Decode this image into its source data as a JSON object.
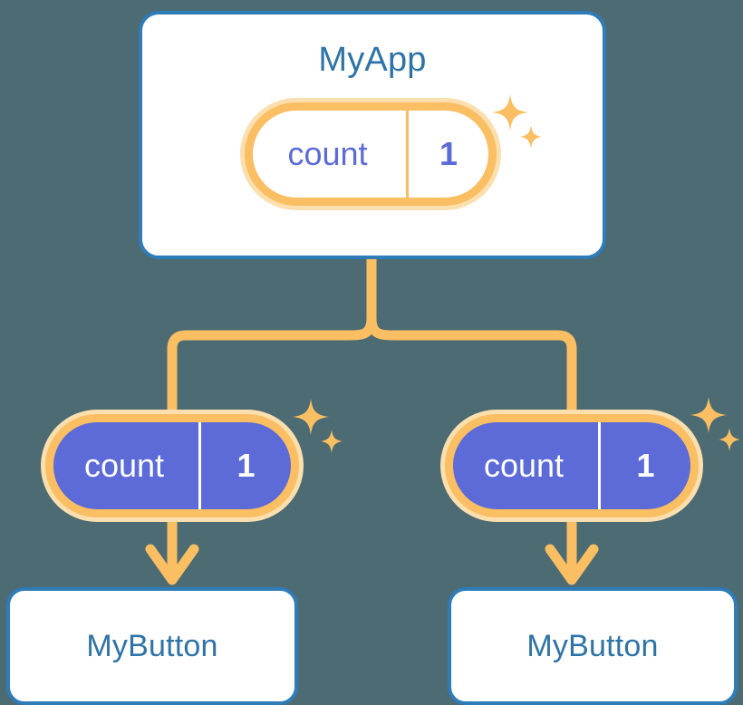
{
  "theme": {
    "background": "#4d6b73",
    "card_border": "#2e7cb8",
    "card_fill": "#ffffff",
    "title_text": "#2e73a8",
    "accent_orange": "#fabe63",
    "accent_orange_soft": "#fcdfae",
    "state_purple": "#5c6bd8",
    "state_text_light": "#ffffff"
  },
  "diagram": {
    "type": "component-state-propagation-tree",
    "root": {
      "name": "app-card",
      "title": "MyApp",
      "state": {
        "key": "count",
        "value": "1",
        "style": "outline"
      },
      "sparkle": "sparkle-icon"
    },
    "children": [
      {
        "name": "child-left",
        "state": {
          "key": "count",
          "value": "1",
          "style": "filled"
        },
        "sparkle": "sparkle-icon",
        "button": {
          "title": "MyButton"
        }
      },
      {
        "name": "child-right",
        "state": {
          "key": "count",
          "value": "1",
          "style": "filled"
        },
        "sparkle": "sparkle-icon",
        "button": {
          "title": "MyButton"
        }
      }
    ],
    "connectors": [
      {
        "name": "root-to-fork",
        "icon": "line"
      },
      {
        "name": "fork-to-left-child",
        "icon": "elbow-line"
      },
      {
        "name": "fork-to-right-child",
        "icon": "elbow-line"
      },
      {
        "name": "left-state-to-button",
        "icon": "down-arrow-icon"
      },
      {
        "name": "right-state-to-button",
        "icon": "down-arrow-icon"
      }
    ]
  }
}
